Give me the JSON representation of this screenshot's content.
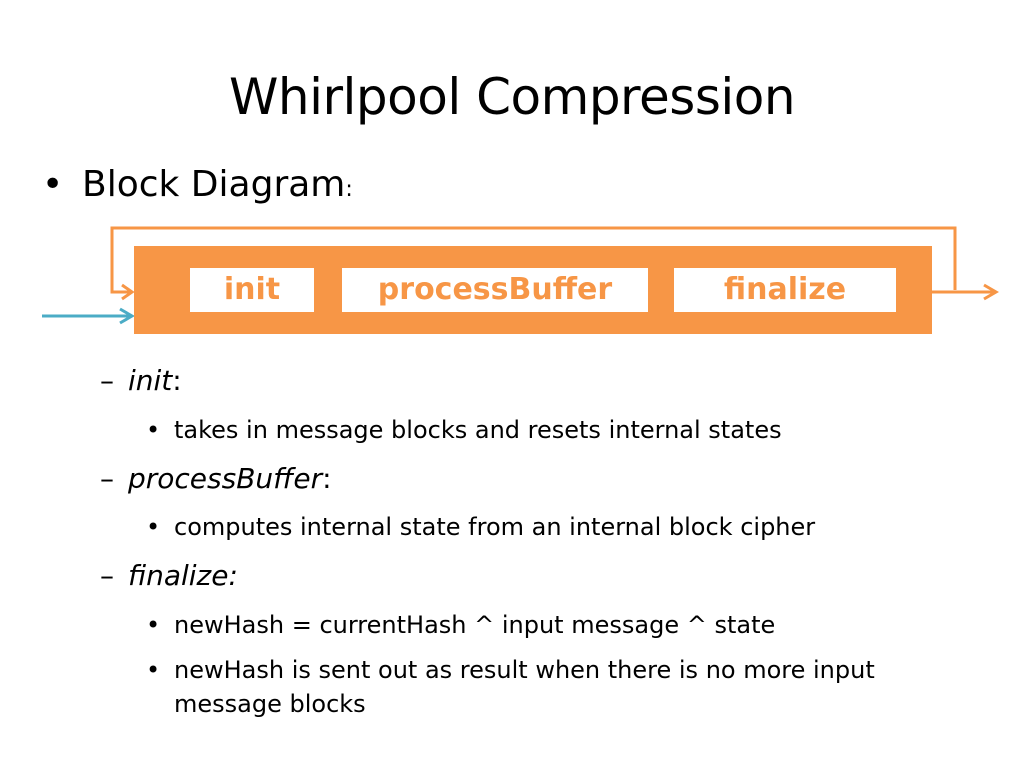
{
  "slide": {
    "title": "Whirlpool Compression",
    "bullet": {
      "text": "Block Diagram",
      "suffix": ":"
    }
  },
  "diagram": {
    "stages": [
      "init",
      "processBuffer",
      "finalize"
    ],
    "colors": {
      "box": "#f79646",
      "input_arrow": "#4bacc6",
      "stage_bg": "#ffffff"
    }
  },
  "items": [
    {
      "term": "init",
      "suffix": ":",
      "details": [
        "takes in message blocks and resets internal states"
      ]
    },
    {
      "term": "processBuffer",
      "suffix": ":",
      "details": [
        "computes internal state from an internal block cipher"
      ]
    },
    {
      "term": "finalize:",
      "suffix": "",
      "details": [
        "newHash = currentHash ^ input message ^ state",
        "newHash is sent out as result when there is no more input message blocks"
      ]
    }
  ],
  "glyphs": {
    "bullet": "•",
    "dash": "–"
  }
}
